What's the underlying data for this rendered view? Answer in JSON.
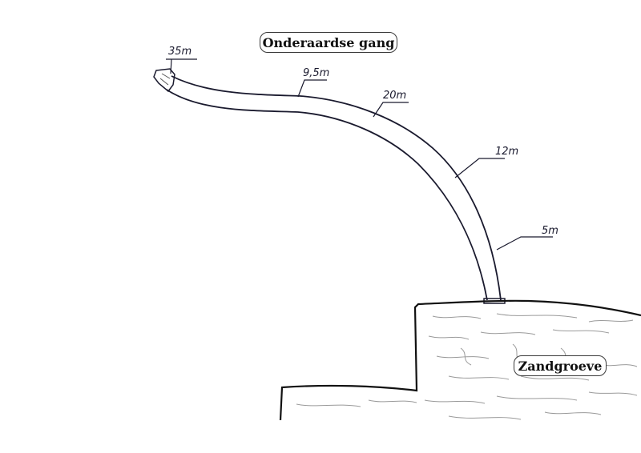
{
  "title": "Onderaardse gang",
  "pit_label": "Zandgroeve",
  "measurements": [
    "35m",
    "9,5m",
    "20m",
    "12m",
    "5m"
  ],
  "colors": {
    "ink": "#1a1a2e",
    "ground": "#111111",
    "hatch": "#9a9a9a"
  }
}
